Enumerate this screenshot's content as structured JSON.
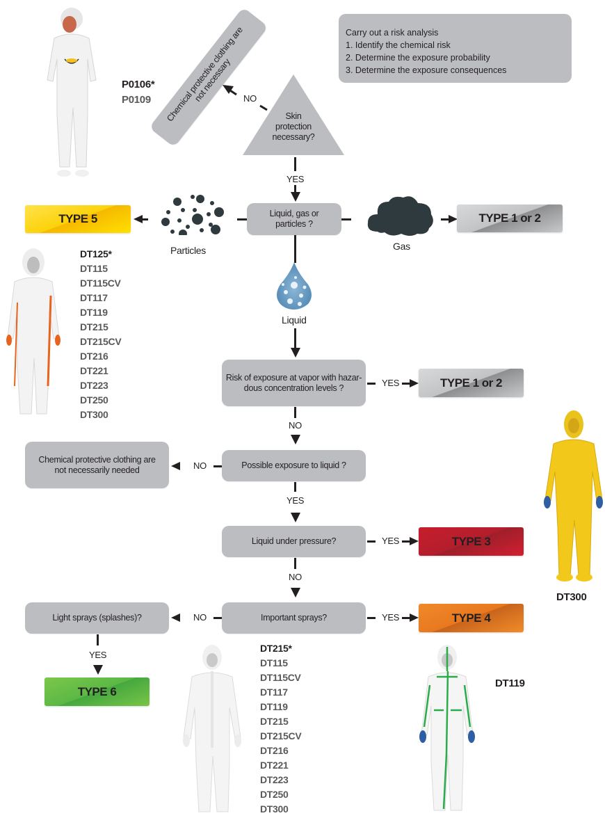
{
  "risk_analysis": {
    "title": "Carry out a risk analysis",
    "steps": [
      "1. Identify the chemical risk",
      "2. Determine the exposure probability",
      "3. Determine the exposure consequences"
    ]
  },
  "start": {
    "question": "Skin protection necessary?",
    "no_label": "NO",
    "yes_label": "YES",
    "no_outcome": "Chemical protective clothing are not necessary",
    "no_products": [
      "P0106*",
      "P0109"
    ]
  },
  "form": {
    "question": "Liquid, gas or particles ?",
    "particles_label": "Particles",
    "gas_label": "Gas",
    "liquid_label": "Liquid",
    "particles_icon": "particles-icon",
    "gas_icon": "cloud-icon",
    "liquid_icon": "droplet-icon"
  },
  "types": {
    "type5": {
      "label": "TYPE 5",
      "color": "#fcd20a"
    },
    "type12_gas": {
      "label": "TYPE 1 or 2",
      "color": "#a7a8aa"
    },
    "type12_vapor": {
      "label": "TYPE 1 or 2",
      "color": "#a7a8aa"
    },
    "type3": {
      "label": "TYPE 3",
      "color": "#c81d2c"
    },
    "type4": {
      "label": "TYPE 4",
      "color": "#e8781f"
    },
    "type6": {
      "label": "TYPE 6",
      "color": "#5bb845"
    }
  },
  "type5_products": [
    "DT125*",
    "DT115",
    "DT115CV",
    "DT117",
    "DT119",
    "DT215",
    "DT215CV",
    "DT216",
    "DT221",
    "DT223",
    "DT250",
    "DT300"
  ],
  "vapor": {
    "question": "Risk of exposure at vapor with hazar-dous concentration levels ?",
    "line1": "Risk of exposure at vapor with hazar-",
    "line2": "dous concentration levels ?",
    "yes_label": "YES",
    "no_label": "NO"
  },
  "liquid_exposure": {
    "question": "Possible exposure to liquid ?",
    "no_label": "NO",
    "yes_label": "YES",
    "no_outcome": "Chemical protective clothing are not necessarily needed"
  },
  "pressure": {
    "question": "Liquid under pressure?",
    "yes_label": "YES",
    "no_label": "NO"
  },
  "sprays": {
    "question": "Important sprays?",
    "yes_label": "YES",
    "no_label": "NO"
  },
  "light_sprays": {
    "question": "Light sprays (splashes)?",
    "yes_label": "YES"
  },
  "type3_product": "DT300",
  "type4_product": "DT119",
  "type6_products": [
    "DT215*",
    "DT115",
    "DT115CV",
    "DT117",
    "DT119",
    "DT215",
    "DT215CV",
    "DT216",
    "DT221",
    "DT223",
    "DT250",
    "DT300"
  ]
}
